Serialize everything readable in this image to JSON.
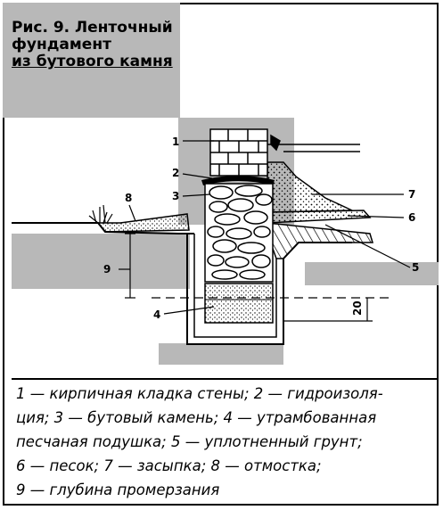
{
  "title": {
    "line1": "Рис. 9. Ленточный",
    "line2": "фундамент",
    "line3": "из бутового камня"
  },
  "callouts": [
    "1",
    "2",
    "3",
    "4",
    "5",
    "6",
    "7",
    "8",
    "9"
  ],
  "dimension": "20",
  "legend": {
    "line1": "1 — кирпичная кладка стены; 2 — гидроизоля-",
    "line2": "ция; 3 — бутовый камень; 4 — утрамбованная",
    "line3": "песчаная подушка; 5 — уплотненный грунт;",
    "line4": "6 — песок; 7 — засыпка; 8 — отмостка;",
    "line5": "9 — глубина промерзания"
  },
  "colors": {
    "shade": "#b8b8b8",
    "ink": "#000000"
  }
}
